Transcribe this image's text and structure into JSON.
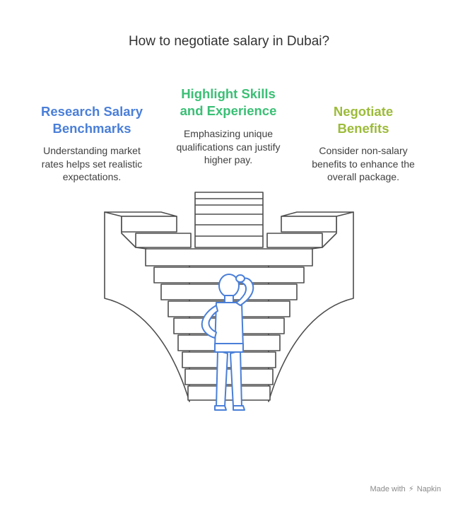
{
  "title": "How to negotiate salary in Dubai?",
  "columns": [
    {
      "heading_line1": "Research Salary",
      "heading_line2": "Benchmarks",
      "description_lines": [
        "Understanding market",
        "rates helps set realistic",
        "expectations."
      ],
      "color": "#4a7fd8"
    },
    {
      "heading_line1": "Highlight Skills",
      "heading_line2": "and Experience",
      "description_lines": [
        "Emphasizing unique",
        "qualifications can justify",
        "higher pay."
      ],
      "color": "#3bbf75"
    },
    {
      "heading_line1": "Negotiate",
      "heading_line2": "Benefits",
      "description_lines": [
        "Consider non-salary",
        "benefits to enhance the",
        "overall package."
      ],
      "color": "#9cbb3a"
    }
  ],
  "watermark": {
    "prefix": "Made with",
    "brand": "Napkin",
    "icon": "napkin-logo-icon"
  },
  "colors": {
    "staircase_stroke": "#4d4d4d",
    "person_stroke": "#4a7fd8",
    "person_fill": "#ffffff"
  }
}
